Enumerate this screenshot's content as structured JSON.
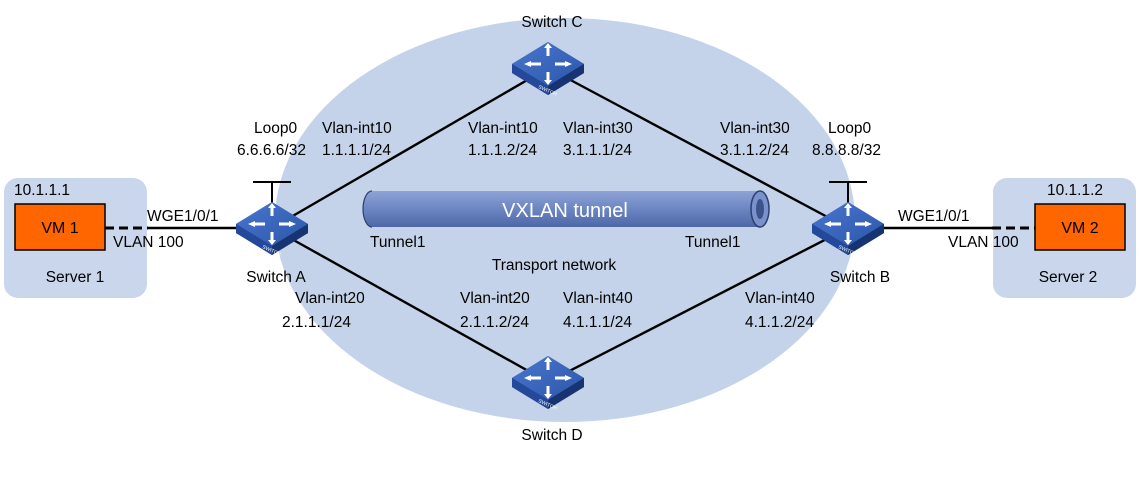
{
  "labels": {
    "switch_a": "Switch A",
    "switch_b": "Switch B",
    "switch_c": "Switch C",
    "switch_d": "Switch D",
    "transport_network": "Transport network",
    "vxlan_tunnel": "VXLAN tunnel",
    "tunnel1_a": "Tunnel1",
    "tunnel1_b": "Tunnel1",
    "server1": "Server 1",
    "server2": "Server 2",
    "vm1": "VM 1",
    "vm2": "VM 2",
    "vm1_ip": "10.1.1.1",
    "vm2_ip": "10.1.1.2",
    "port_a": "WGE1/0/1",
    "port_b": "WGE1/0/1",
    "vlan_a": "VLAN 100",
    "vlan_b": "VLAN 100",
    "loop0_a": "Loop0",
    "loop0_a_ip": "6.6.6.6/32",
    "loop0_b": "Loop0",
    "loop0_b_ip": "8.8.8.8/32",
    "a_vint10": "Vlan-int10",
    "a_vint10_ip": "1.1.1.1/24",
    "c_vint10": "Vlan-int10",
    "c_vint10_ip": "1.1.1.2/24",
    "c_vint30": "Vlan-int30",
    "c_vint30_ip": "3.1.1.1/24",
    "b_vint30": "Vlan-int30",
    "b_vint30_ip": "3.1.1.2/24",
    "a_vint20": "Vlan-int20",
    "a_vint20_ip": "2.1.1.1/24",
    "d_vint20": "Vlan-int20",
    "d_vint20_ip": "2.1.1.2/24",
    "d_vint40": "Vlan-int40",
    "d_vint40_ip": "4.1.1.1/24",
    "b_vint40": "Vlan-int40",
    "b_vint40_ip": "4.1.1.2/24"
  },
  "icons": {
    "switch": "switch-icon"
  },
  "colors": {
    "cloud": "#c5d3ea",
    "server_box": "#c9d6ec",
    "vm_fill": "#ff6600",
    "tunnel": "#6c86c3",
    "switch_top": "#3560b8",
    "switch_side": "#1f3f86",
    "link": "#000000"
  }
}
